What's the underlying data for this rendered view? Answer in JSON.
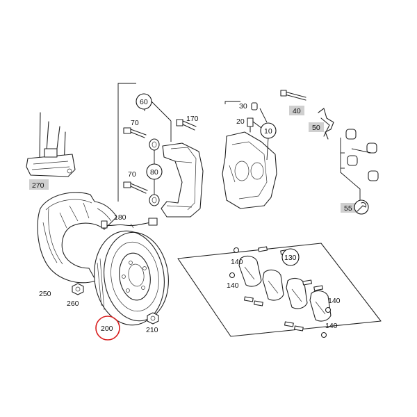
{
  "highlight_color": "#d81e1e",
  "gray_label_color": "#cfcfcf",
  "labels": {
    "p270": "270",
    "p60": "60",
    "p170": "170",
    "p70a": "70",
    "p70b": "70",
    "p80": "80",
    "p180": "180",
    "p30": "30",
    "p20": "20",
    "p10": "10",
    "p40": "40",
    "p50": "50",
    "p55": "55",
    "p250": "250",
    "p260": "260",
    "p200": "200",
    "p210": "210",
    "p130": "130",
    "p140a": "140",
    "p140b": "140",
    "p140c": "140",
    "p140d": "140"
  },
  "icons": {
    "wrench": "wrench-icon"
  }
}
